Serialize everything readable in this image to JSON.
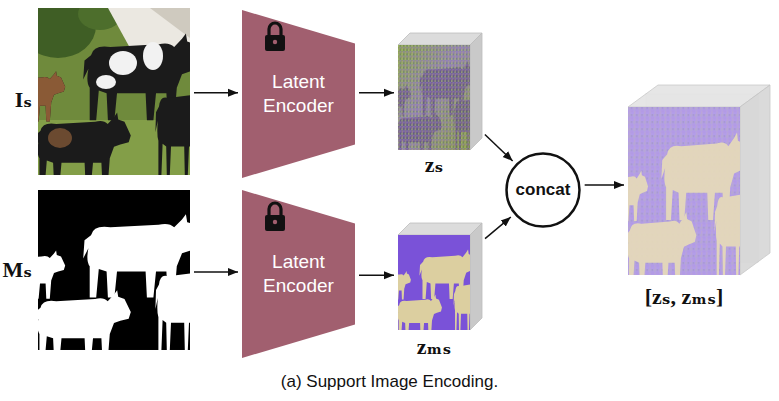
{
  "diagram": {
    "caption": "(a) Support Image Encoding.",
    "nodes": [
      {
        "text": [
          "Iₛ"
        ]
      },
      {
        "text": [
          "Latent Encoder"
        ]
      },
      {
        "text": [
          "zₛ"
        ]
      },
      {
        "text": [
          "Mₛ"
        ]
      },
      {
        "text": [
          "Latent Encoder"
        ]
      },
      {
        "text": [
          "zₘₛ"
        ]
      },
      {
        "text": [
          "concat"
        ]
      },
      {
        "text": [
          "[zₛ, zₘₛ]"
        ]
      }
    ],
    "edges": [
      {
        "from": 0,
        "to": 1,
        "arrow": "to"
      },
      {
        "from": 1,
        "to": 2,
        "arrow": "to"
      },
      {
        "from": 3,
        "to": 4,
        "arrow": "to"
      },
      {
        "from": 4,
        "to": 5,
        "arrow": "to"
      },
      {
        "from": 2,
        "to": 6,
        "arrow": "to"
      },
      {
        "from": 5,
        "to": 6,
        "arrow": "to"
      },
      {
        "from": 6,
        "to": 7,
        "arrow": "to"
      }
    ]
  }
}
